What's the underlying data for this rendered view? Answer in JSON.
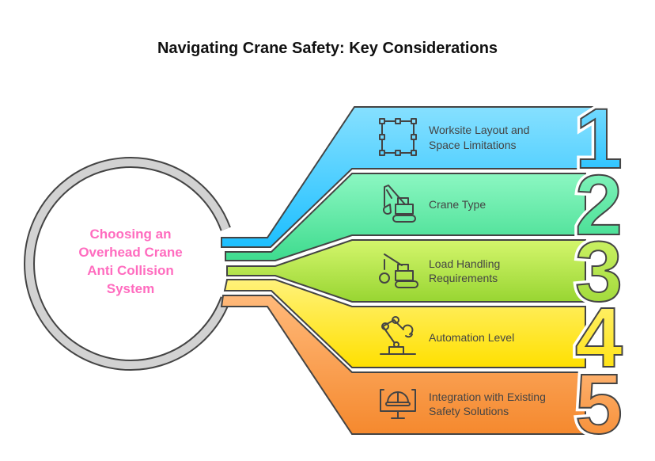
{
  "title": "Navigating Crane Safety: Key Considerations",
  "center": {
    "lines": [
      "Choosing an",
      "Overhead Crane",
      "Anti Collision",
      "System"
    ],
    "color": "#ff6cbf"
  },
  "items": [
    {
      "number": "1",
      "lines": [
        "Worksite Layout and",
        "Space Limitations"
      ],
      "icon": "layout-frame-icon",
      "colors": [
        "#86e0ff",
        "#1dbfff"
      ]
    },
    {
      "number": "2",
      "lines": [
        "Crane Type"
      ],
      "icon": "excavator-crane-icon",
      "colors": [
        "#8cf7c2",
        "#3edb8e"
      ]
    },
    {
      "number": "3",
      "lines": [
        "Load Handling",
        "Requirements"
      ],
      "icon": "wrecking-crane-icon",
      "colors": [
        "#d4f66c",
        "#98d532"
      ]
    },
    {
      "number": "4",
      "lines": [
        "Automation Level"
      ],
      "icon": "robot-arm-icon",
      "colors": [
        "#fff27a",
        "#ffe000"
      ]
    },
    {
      "number": "5",
      "lines": [
        "Integration with Existing",
        "Safety Solutions"
      ],
      "icon": "safety-monitor-icon",
      "colors": [
        "#ffb97a",
        "#f5892e"
      ]
    }
  ]
}
